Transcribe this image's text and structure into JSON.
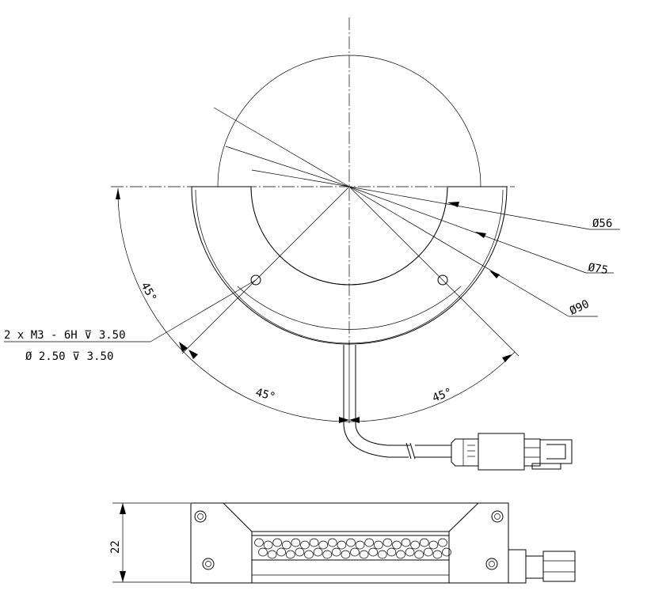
{
  "drawing": {
    "diameters": {
      "d56": "Ø56",
      "d75": "Ø75",
      "d90": "Ø90"
    },
    "angles": {
      "left": "45°",
      "bottom_left": "45°",
      "bottom_right": "45°"
    },
    "hole_note": {
      "line1": "2 x  M3 - 6H ⊽ 3.50",
      "line2": "Ø 2.50 ⊽ 3.50"
    },
    "height_dim": "22"
  }
}
